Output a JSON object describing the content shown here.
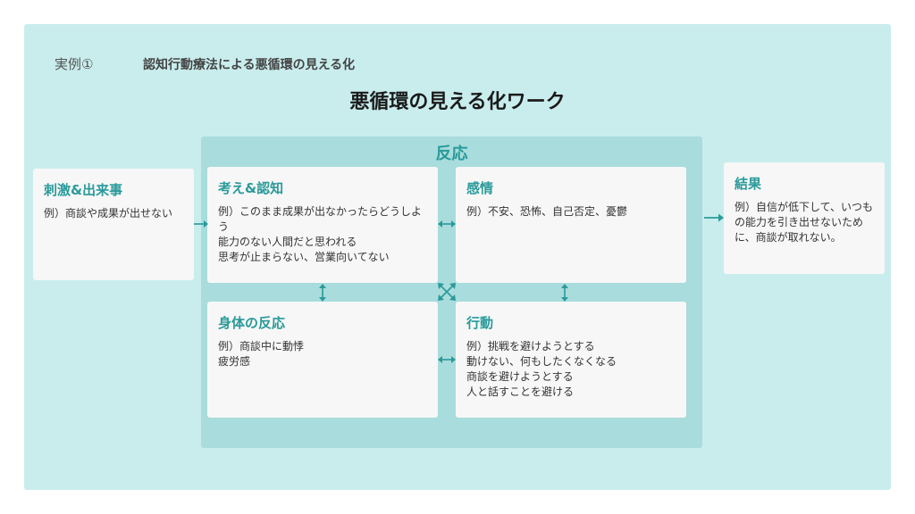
{
  "header": {
    "example_tag": "実例①",
    "subtitle": "認知行動療法による悪循環の見える化",
    "title": "悪循環の見える化ワーク"
  },
  "reaction": {
    "label": "反応"
  },
  "stimulus": {
    "title": "刺激&出来事",
    "lines": [
      "例）商談や成果が出せない"
    ]
  },
  "thought": {
    "title": "考え&認知",
    "lines": [
      "例）このまま成果が出なかったらどうしよう",
      "能力のない人間だと思われる",
      "思考が止まらない、営業向いてない"
    ]
  },
  "emotion": {
    "title": "感情",
    "lines": [
      "例）不安、恐怖、自己否定、憂鬱"
    ]
  },
  "body_reaction": {
    "title": "身体の反応",
    "lines": [
      "例）商談中に動悸",
      "疲労感"
    ]
  },
  "behavior": {
    "title": "行動",
    "lines": [
      "例）挑戦を避けようとする",
      "動けない、何もしたくなくなる",
      "商談を避けようとする",
      "人と話すことを避ける"
    ]
  },
  "result": {
    "title": "結果",
    "lines": [
      "例）自信が低下して、いつもの能力を引き出せないために、商談が取れない。"
    ]
  },
  "colors": {
    "panel": "#c9eded",
    "reaction_bg": "#a9dcdc",
    "accent": "#2a9a9a",
    "card": "#f7f7f7"
  }
}
